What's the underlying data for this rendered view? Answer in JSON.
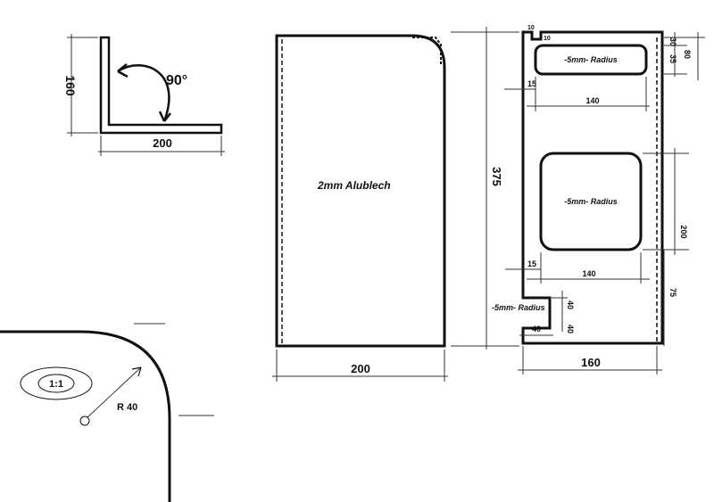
{
  "angle_profile": {
    "height_label": "160",
    "width_label": "200",
    "angle_label": "90°"
  },
  "sheet": {
    "material_label": "2mm Alublech",
    "width_label": "200",
    "height_label": "375"
  },
  "cutout_panel": {
    "label_10a": "10",
    "label_10b": "10",
    "label_30": "30",
    "label_35": "35",
    "label_80": "80",
    "slot_radius_label": "-5mm- Radius",
    "label_15_top": "15",
    "label_140_top": "140",
    "window_radius_label": "-5mm- Radius",
    "label_200": "200",
    "label_15_bottom": "15",
    "label_140_bottom": "140",
    "label_75": "75",
    "notch_radius_label": "-5mm- Radius",
    "label_40_height": "40",
    "label_40_width": "40",
    "label_40_bottom": "40",
    "width_label": "160"
  },
  "detail": {
    "scale_label": "1:1",
    "radius_label": "R 40"
  }
}
